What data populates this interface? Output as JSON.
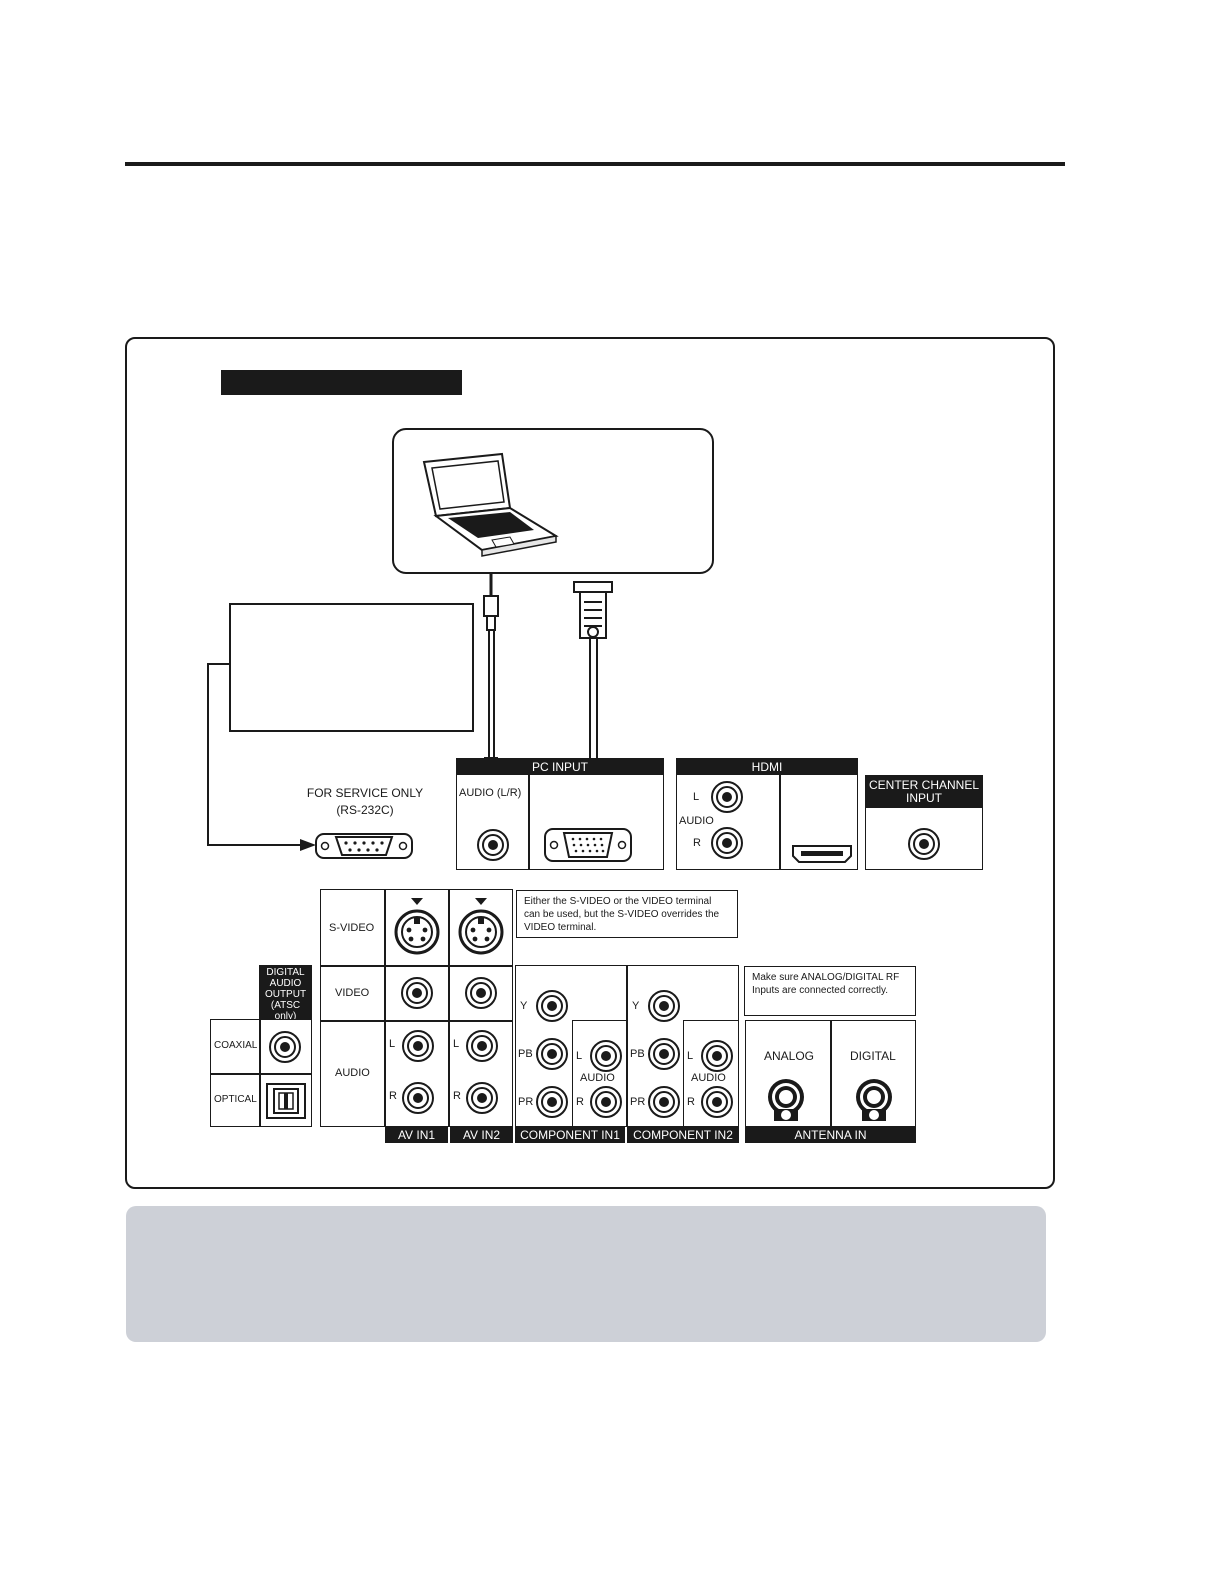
{
  "labels": {
    "for_service_only": "FOR SERVICE ONLY",
    "rs232c": "(RS-232C)",
    "pc_input": "PC INPUT",
    "pc_audio": "AUDIO (L/R)",
    "hdmi": "HDMI",
    "hdmi_l": "L",
    "hdmi_audio": "AUDIO",
    "hdmi_r": "R",
    "center_channel_1": "CENTER CHANNEL",
    "center_channel_2": "INPUT",
    "svideo": "S-VIDEO",
    "video": "VIDEO",
    "audio": "AUDIO",
    "l": "L",
    "r": "R",
    "av_in1": "AV IN1",
    "av_in2": "AV IN2",
    "svideo_note": "Either the S-VIDEO or the VIDEO terminal can be used, but the S-VIDEO overrides the VIDEO terminal.",
    "digital_audio_1": "DIGITAL",
    "digital_audio_2": "AUDIO",
    "digital_audio_3": "OUTPUT",
    "digital_audio_4": "(ATSC only)",
    "coaxial": "COAXIAL",
    "optical": "OPTICAL",
    "y": "Y",
    "pb": "PB",
    "pr": "PR",
    "component_audio": "AUDIO",
    "component_in1": "COMPONENT IN1",
    "component_in2": "COMPONENT IN2",
    "rf_note": "Make sure ANALOG/DIGITAL RF Inputs are connected correctly.",
    "analog": "ANALOG",
    "digital": "DIGITAL",
    "antenna_in": "ANTENNA IN"
  }
}
